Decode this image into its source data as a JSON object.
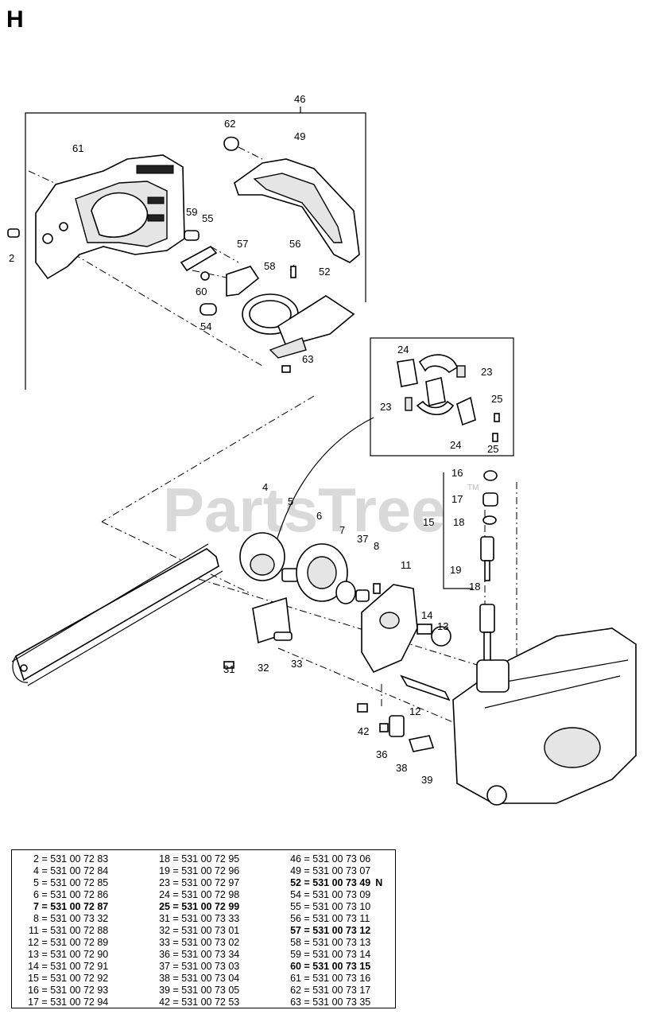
{
  "title": "H",
  "watermark": "PartsTree",
  "watermark_tm": "TM",
  "callouts": {
    "c2": "2",
    "c4": "4",
    "c5": "5",
    "c6": "6",
    "c7": "7",
    "c8": "8",
    "c11": "11",
    "c12": "12",
    "c13": "13",
    "c14": "14",
    "c15": "15",
    "c16": "16",
    "c17": "17",
    "c18a": "18",
    "c18b": "18",
    "c19": "19",
    "c23a": "23",
    "c23b": "23",
    "c24a": "24",
    "c24b": "24",
    "c25a": "25",
    "c25b": "25",
    "c31": "31",
    "c32": "32",
    "c33": "33",
    "c36": "36",
    "c37": "37",
    "c38": "38",
    "c39": "39",
    "c42": "42",
    "c46": "46",
    "c49": "49",
    "c52": "52",
    "c54": "54",
    "c55": "55",
    "c56": "56",
    "c57": "57",
    "c58": "58",
    "c59": "59",
    "c60": "60",
    "c61": "61",
    "c62": "62",
    "c63": "63"
  },
  "parts_table": {
    "columns": [
      [
        {
          "num": "2",
          "part": "= 531 00 72 83",
          "bold": false
        },
        {
          "num": "4",
          "part": "= 531 00 72 84",
          "bold": false
        },
        {
          "num": "5",
          "part": "= 531 00 72 85",
          "bold": false
        },
        {
          "num": "6",
          "part": "= 531 00 72 86",
          "bold": false
        },
        {
          "num": "7",
          "part": "= 531 00 72 87",
          "bold": true
        },
        {
          "num": "8",
          "part": "= 531 00 73 32",
          "bold": false
        },
        {
          "num": "11",
          "part": "= 531 00 72 88",
          "bold": false
        },
        {
          "num": "12",
          "part": "= 531 00 72 89",
          "bold": false
        },
        {
          "num": "13",
          "part": "= 531 00 72 90",
          "bold": false
        },
        {
          "num": "14",
          "part": "= 531 00 72 91",
          "bold": false
        },
        {
          "num": "15",
          "part": "= 531 00 72 92",
          "bold": false
        },
        {
          "num": "16",
          "part": "= 531 00 72 93",
          "bold": false
        },
        {
          "num": "17",
          "part": "= 531 00 72 94",
          "bold": false
        }
      ],
      [
        {
          "num": "18",
          "part": "= 531 00 72 95",
          "bold": false
        },
        {
          "num": "19",
          "part": "= 531 00 72 96",
          "bold": false
        },
        {
          "num": "23",
          "part": "= 531 00 72 97",
          "bold": false
        },
        {
          "num": "24",
          "part": "= 531 00 72 98",
          "bold": false
        },
        {
          "num": "25",
          "part": "= 531 00 72 99",
          "bold": true
        },
        {
          "num": "31",
          "part": "= 531 00 73 33",
          "bold": false
        },
        {
          "num": "32",
          "part": "= 531 00 73 01",
          "bold": false
        },
        {
          "num": "33",
          "part": "= 531 00 73 02",
          "bold": false
        },
        {
          "num": "36",
          "part": "= 531 00 73 34",
          "bold": false
        },
        {
          "num": "37",
          "part": "= 531 00 73 03",
          "bold": false
        },
        {
          "num": "38",
          "part": "= 531 00 73 04",
          "bold": false
        },
        {
          "num": "39",
          "part": "= 531 00 73 05",
          "bold": false
        },
        {
          "num": "42",
          "part": "= 531 00 72 53",
          "bold": false
        }
      ],
      [
        {
          "num": "46",
          "part": "= 531 00 73 06",
          "bold": false
        },
        {
          "num": "49",
          "part": "= 531 00 73 07",
          "bold": false
        },
        {
          "num": "52",
          "part": "= 531 00 73 49",
          "bold": true,
          "flag": "N"
        },
        {
          "num": "54",
          "part": "= 531 00 73 09",
          "bold": false
        },
        {
          "num": "55",
          "part": "= 531 00 73 10",
          "bold": false
        },
        {
          "num": "56",
          "part": "= 531 00 73 11",
          "bold": false
        },
        {
          "num": "57",
          "part": "= 531 00 73 12",
          "bold": true
        },
        {
          "num": "58",
          "part": "= 531 00 73 13",
          "bold": false
        },
        {
          "num": "59",
          "part": "= 531 00 73 14",
          "bold": false
        },
        {
          "num": "60",
          "part": "= 531 00 73 15",
          "bold": true
        },
        {
          "num": "61",
          "part": "= 531 00 73 16",
          "bold": false
        },
        {
          "num": "62",
          "part": "= 531 00 73 17",
          "bold": false
        },
        {
          "num": "63",
          "part": "= 531 00 73 35",
          "bold": false
        }
      ]
    ]
  }
}
